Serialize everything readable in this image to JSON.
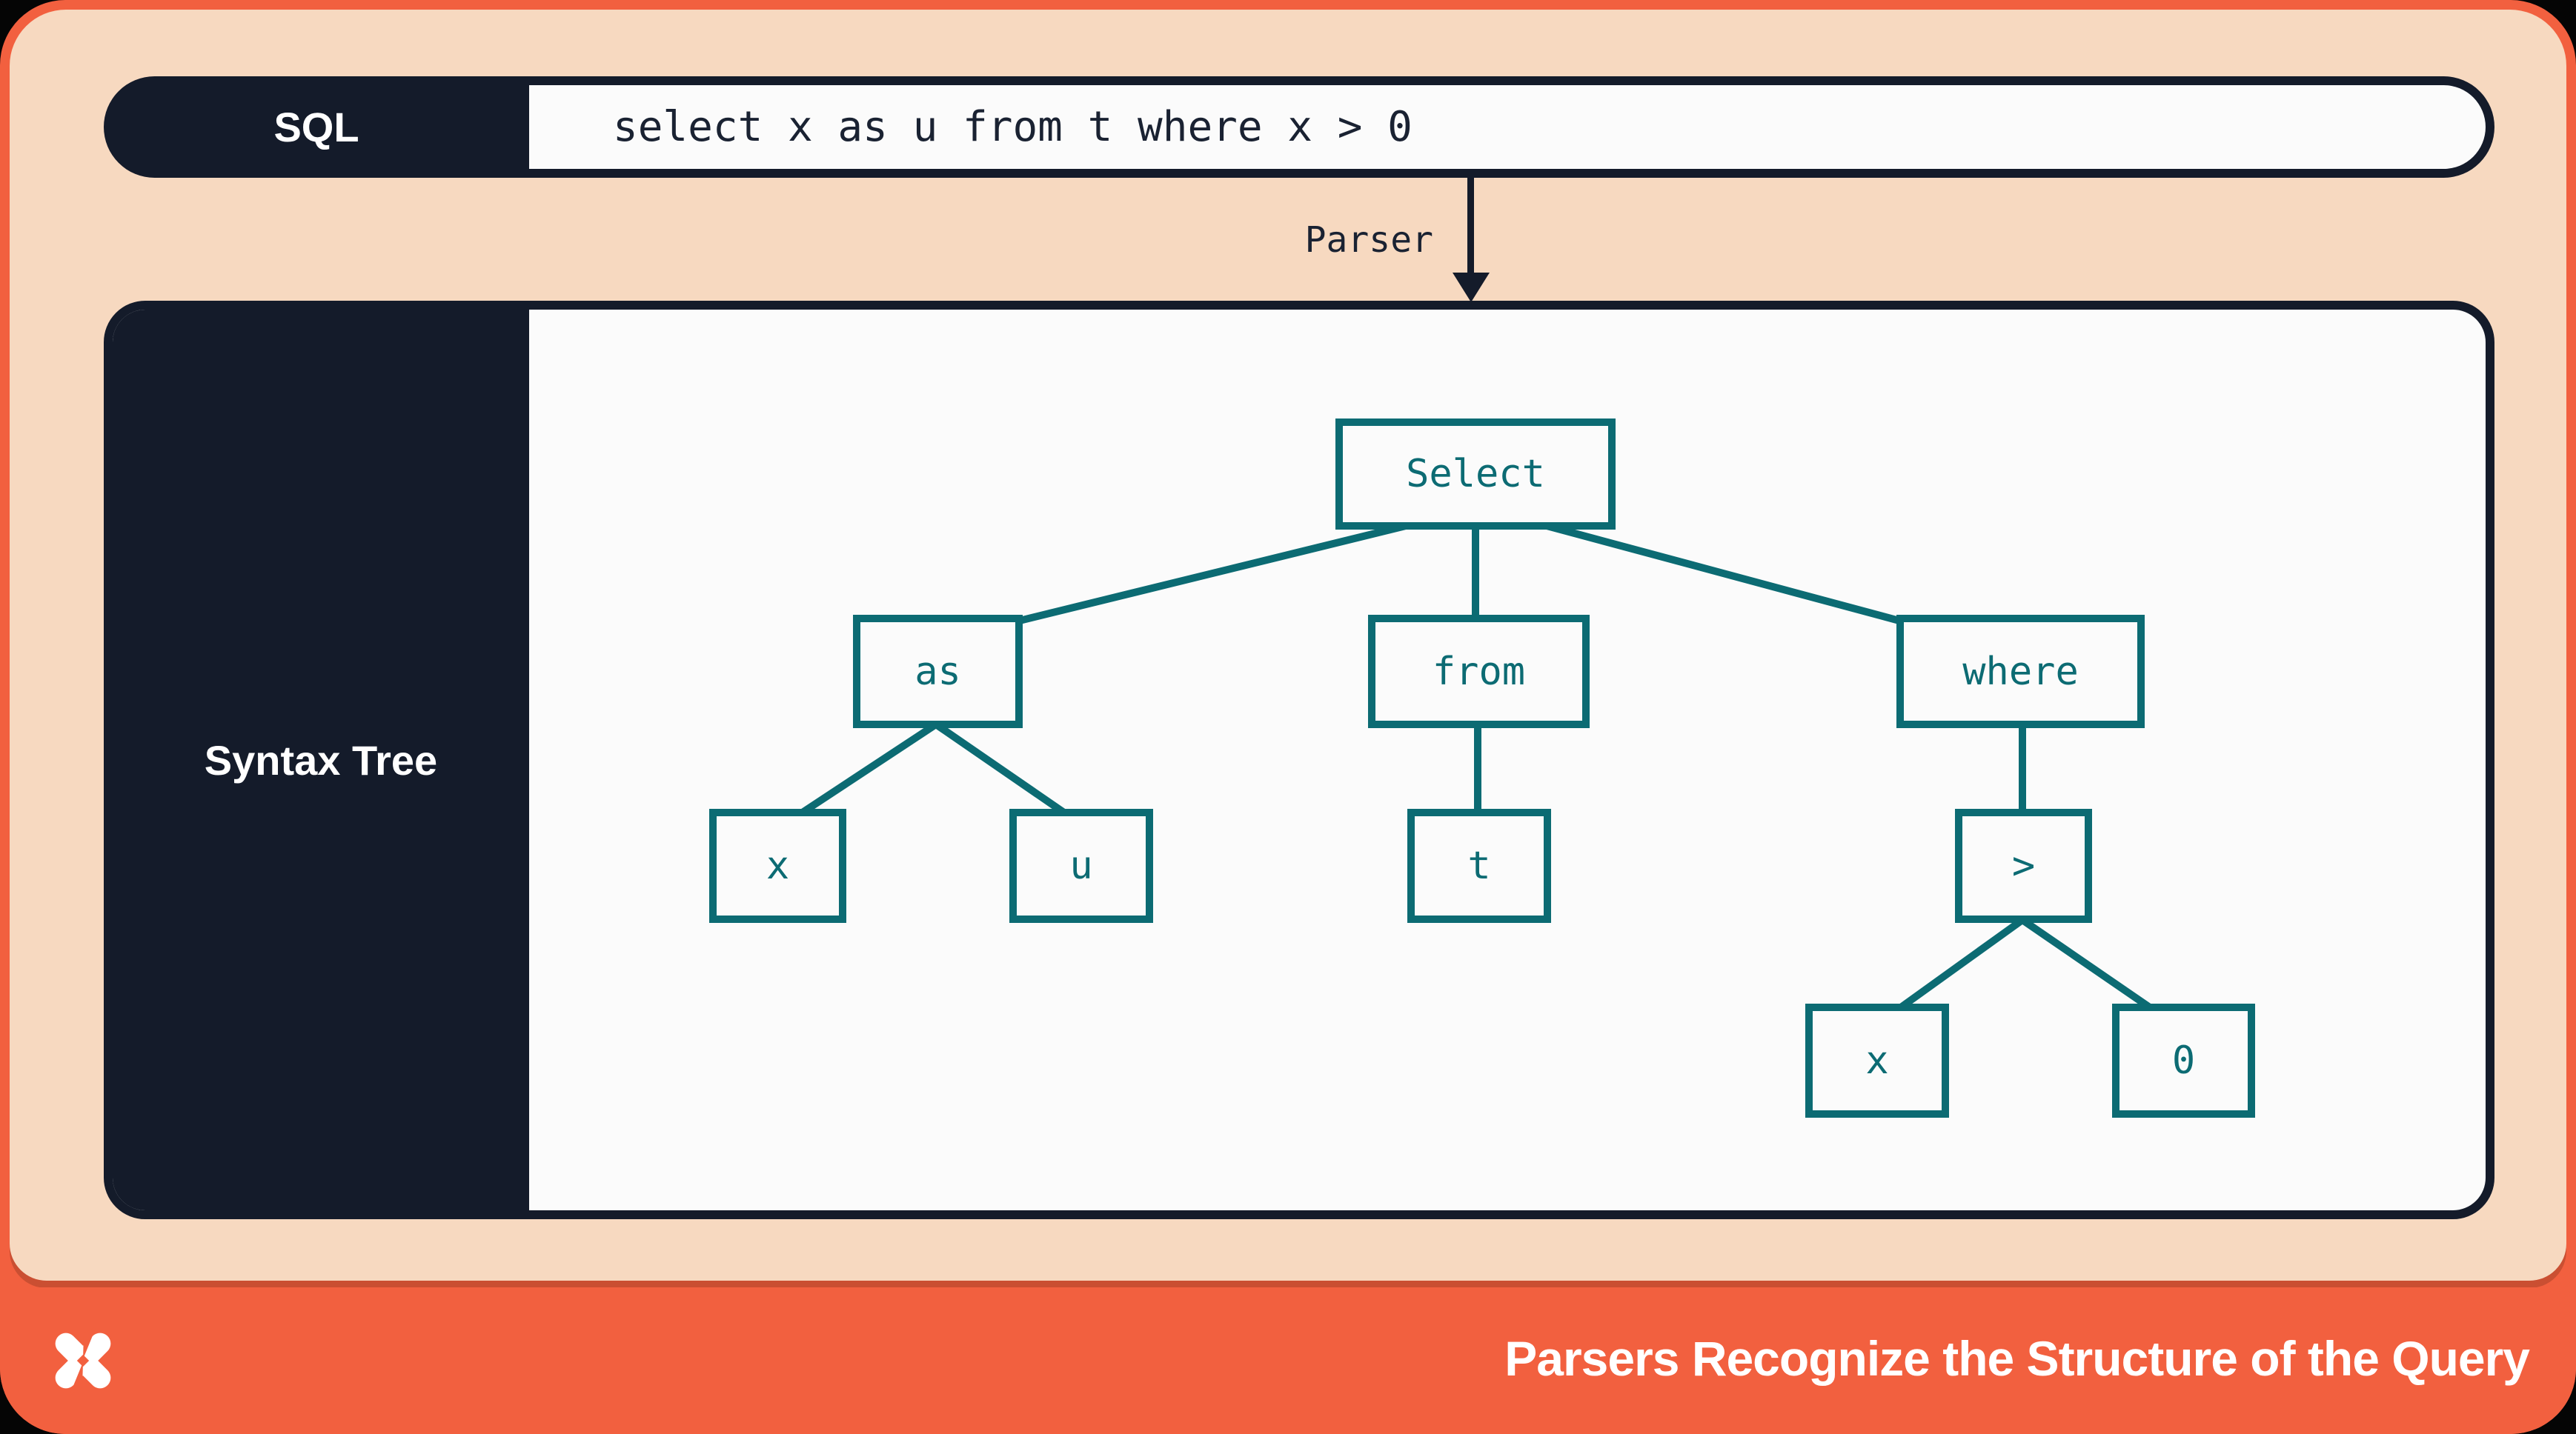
{
  "slide": {
    "sql_bar": {
      "label": "SQL",
      "query": "select x as u from t where x > 0"
    },
    "parser_arrow": {
      "label": "Parser"
    },
    "tree_panel": {
      "label": "Syntax Tree"
    },
    "tree": {
      "nodes": {
        "select": "Select",
        "as": "as",
        "from": "from",
        "where": "where",
        "x1": "x",
        "u": "u",
        "t": "t",
        "gt": ">",
        "x2": "x",
        "zero": "0"
      },
      "edges": [
        [
          "select",
          "as"
        ],
        [
          "select",
          "from"
        ],
        [
          "select",
          "where"
        ],
        [
          "as",
          "x1"
        ],
        [
          "as",
          "u"
        ],
        [
          "from",
          "t"
        ],
        [
          "where",
          "gt"
        ],
        [
          "gt",
          "x2"
        ],
        [
          "gt",
          "zero"
        ]
      ]
    },
    "footer": {
      "title": "Parsers Recognize the Structure of the Query",
      "logo": "pinwheel-x-logo"
    },
    "colors": {
      "peach_background": "#f7d9c0",
      "orange_accent": "#f2603f",
      "navy": "#141b2a",
      "teal_node": "#0c6b73",
      "panel_white": "#fbfbfb"
    }
  }
}
